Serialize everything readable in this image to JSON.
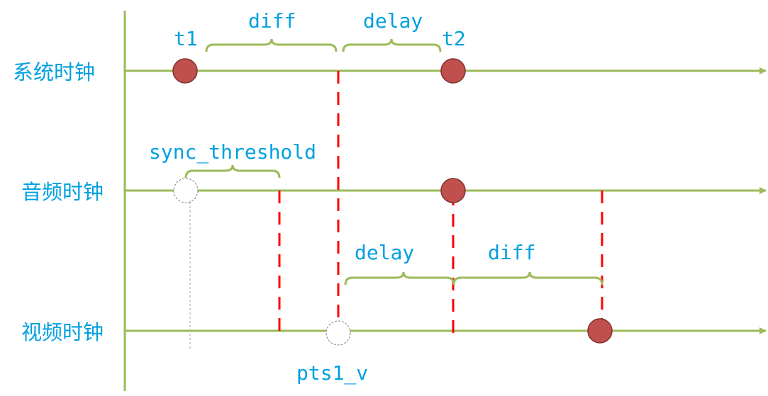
{
  "colors": {
    "axis": "#9bbb59",
    "text": "#00a0e0",
    "marker": "#c0504d",
    "marker_stroke": "#7f2f2d",
    "guide": "#ff0000",
    "hollow_stroke": "#808080",
    "thin_guide": "#a0a0a0"
  },
  "rows": {
    "system": "系统时钟",
    "audio": "音频时钟",
    "video": "视频时钟"
  },
  "labels": {
    "t1": "t1",
    "t2": "t2",
    "diff_top": "diff",
    "delay_top": "delay",
    "sync_threshold": "sync_threshold",
    "delay_bottom": "delay",
    "diff_bottom": "diff",
    "pts": "pts1_v"
  }
}
